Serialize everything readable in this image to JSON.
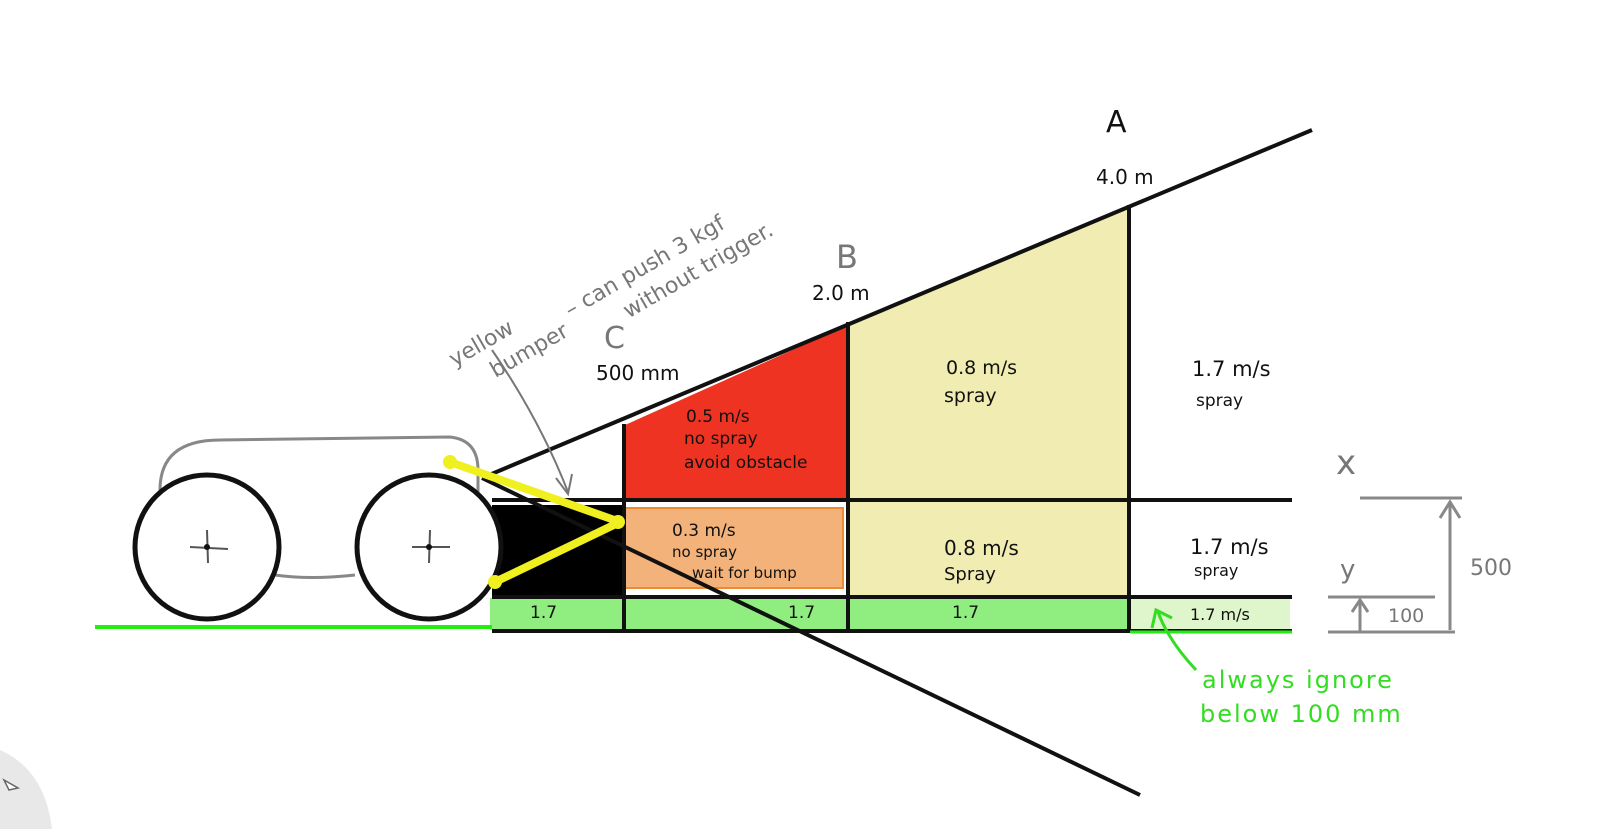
{
  "annotation": {
    "line1": "yellow",
    "line2": "bumper",
    "line3": "– can push 3 kgf",
    "line4": "without trigger."
  },
  "zones": {
    "c": {
      "letter": "C",
      "distance": "500 mm"
    },
    "b": {
      "letter": "B",
      "distance": "2.0 m"
    },
    "a": {
      "letter": "A",
      "distance": "4.0 m"
    }
  },
  "cells": {
    "top_c": [
      "0.5 m/s",
      "no spray",
      "avoid obstacle"
    ],
    "top_b": [
      "0.8 m/s",
      "spray"
    ],
    "top_a": [
      "1.7 m/s",
      "spray"
    ],
    "mid_c": [
      "0.3 m/s",
      "no spray",
      "wait for bump"
    ],
    "mid_b": [
      "0.8 m/s",
      "Spray"
    ],
    "mid_a": [
      "1.7 m/s",
      "spray"
    ],
    "bottom_1": "1.7",
    "bottom_2": "1.7",
    "bottom_3": "1.7",
    "bottom_4": "1.7 m/s"
  },
  "side": {
    "x_label": "x",
    "y_label": "y",
    "dim_500": "500",
    "dim_100": "100"
  },
  "note": {
    "line1": "always ignore",
    "line2": "below 100 mm"
  },
  "colors": {
    "red_zone": "#ee3322",
    "orange_zone": "#f2b27a",
    "yellow_zone": "#f1ecb2",
    "green_zone": "#90ee80",
    "bumper_yellow": "#f0f020",
    "ground_green": "#22ee11",
    "note_green": "#33dd22"
  }
}
